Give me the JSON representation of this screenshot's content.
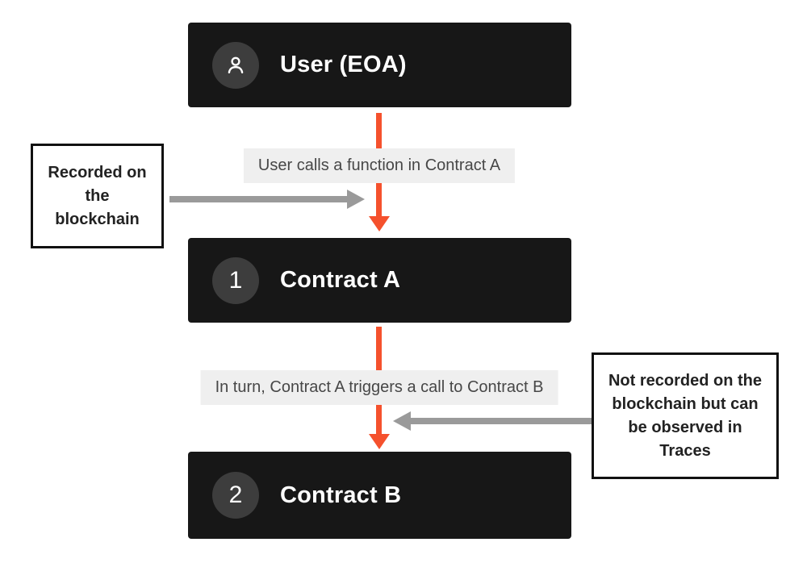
{
  "diagram": {
    "nodes": {
      "user": {
        "title": "User (EOA)",
        "icon": "user-icon"
      },
      "contract_a": {
        "title": "Contract A",
        "badge": "1"
      },
      "contract_b": {
        "title": "Contract B",
        "badge": "2"
      }
    },
    "edges": {
      "edge1": {
        "label": "User calls a function in Contract A"
      },
      "edge2": {
        "label": "In turn, Contract A triggers a call to Contract B"
      }
    },
    "annotations": {
      "left": {
        "text": "Recorded on the blockchain"
      },
      "right": {
        "text": "Not recorded on the blockchain but can be observed in Traces"
      }
    },
    "colors": {
      "node_background": "#171717",
      "badge_background": "#3d3d3d",
      "accent_orange": "#f5512d",
      "pointer_gray": "#9a9a9a",
      "edge_label_background": "#efefef",
      "edge_label_text": "#474747"
    }
  }
}
